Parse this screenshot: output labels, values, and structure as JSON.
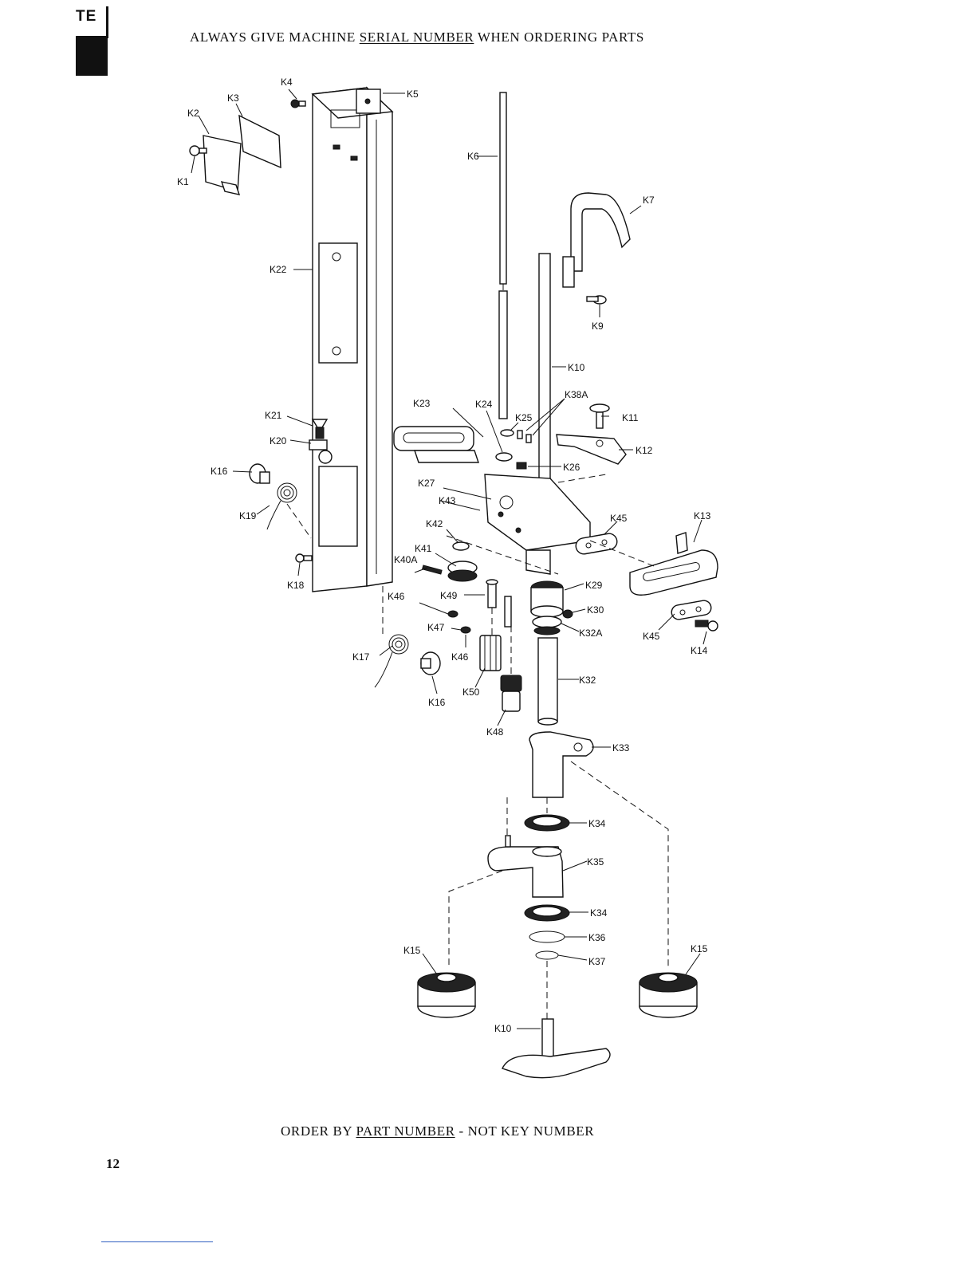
{
  "tab": {
    "label": "TE"
  },
  "header": {
    "prefix": "ALWAYS GIVE MACHINE ",
    "emphasis": "SERIAL NUMBER",
    "suffix": " WHEN ORDERING PARTS"
  },
  "footer": {
    "prefix": "ORDER BY ",
    "emphasis": "PART NUMBER",
    "suffix": " - NOT KEY NUMBER"
  },
  "page_number": "12",
  "callouts": [
    "K1",
    "K2",
    "K3",
    "K4",
    "K5",
    "K6",
    "K7",
    "K9",
    "K10",
    "K11",
    "K12",
    "K13",
    "K14",
    "K15",
    "K16",
    "K17",
    "K18",
    "K19",
    "K20",
    "K21",
    "K22",
    "K23",
    "K24",
    "K25",
    "K26",
    "K27",
    "K29",
    "K30",
    "K32",
    "K32A",
    "K33",
    "K34",
    "K35",
    "K36",
    "K37",
    "K38A",
    "K40A",
    "K41",
    "K42",
    "K43",
    "K45",
    "K46",
    "K47",
    "K48",
    "K49",
    "K50"
  ]
}
